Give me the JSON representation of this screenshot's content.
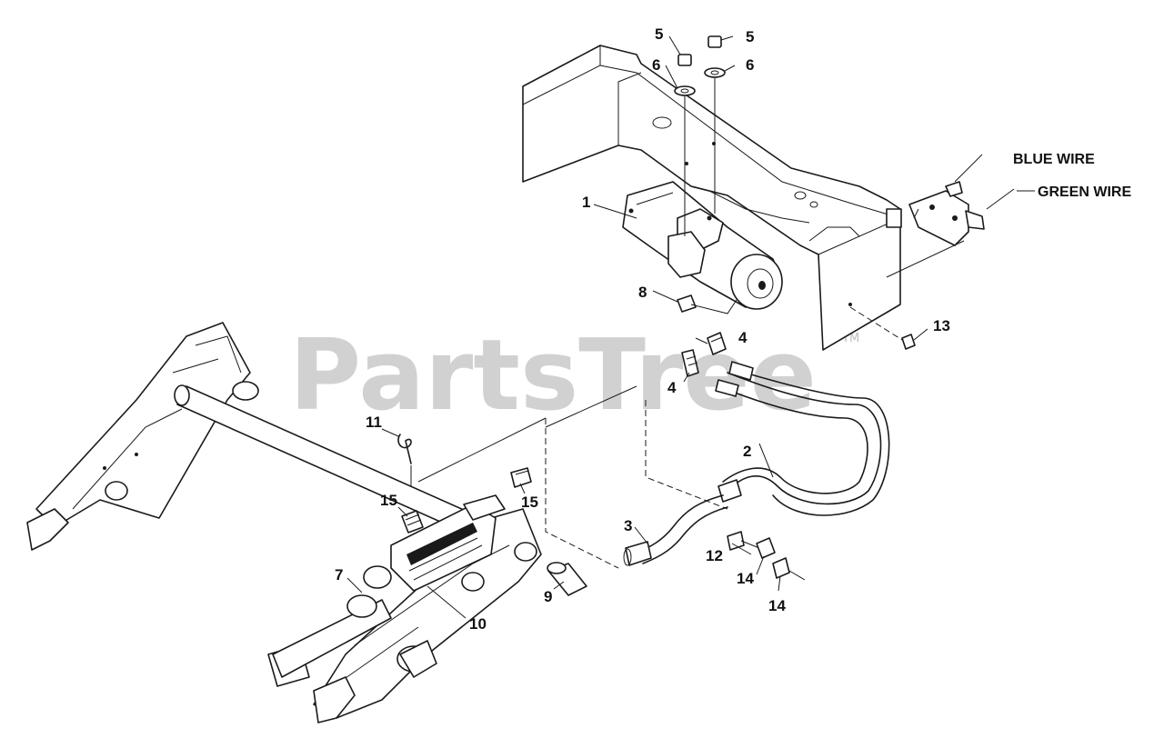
{
  "watermark": {
    "text": "PartsTree",
    "trademark": "TM"
  },
  "wire_labels": {
    "blue": "BLUE WIRE",
    "green": "GREEN WIRE"
  },
  "callouts": {
    "c1": "1",
    "c2": "2",
    "c3": "3",
    "c4a": "4",
    "c4b": "4",
    "c5a": "5",
    "c5b": "5",
    "c6a": "6",
    "c6b": "6",
    "c7": "7",
    "c8": "8",
    "c9": "9",
    "c10": "10",
    "c11": "11",
    "c12": "12",
    "c13": "13",
    "c14a": "14",
    "c14b": "14",
    "c15a": "15",
    "c15b": "15"
  }
}
